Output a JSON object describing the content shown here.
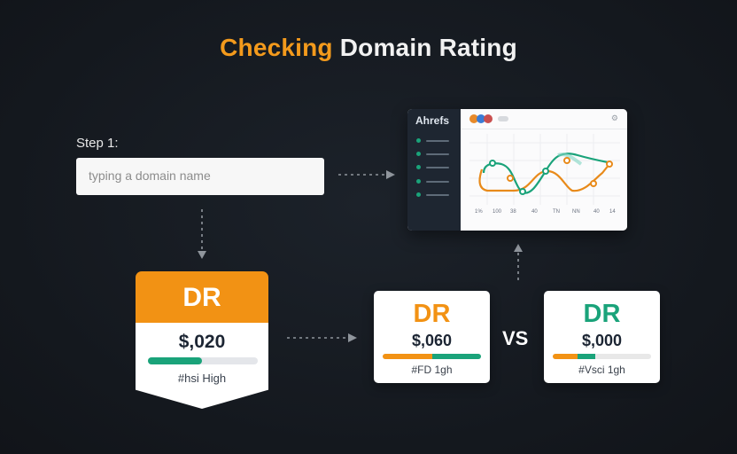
{
  "title": {
    "part1": "Checking",
    "part2": " Domain Rating"
  },
  "step": {
    "label": "Step 1:",
    "placeholder": "typing a domain name"
  },
  "app": {
    "logo": "Ahrefs",
    "axis_labels": [
      "1%",
      "100",
      "38",
      "40",
      "TN",
      "NN",
      "40",
      "14"
    ]
  },
  "dr_main": {
    "heading": "DR",
    "value": "$,020",
    "caption": "#hsi High",
    "progress": 0.49
  },
  "dr_left": {
    "heading": "DR",
    "value": "$,060",
    "caption": "#FD 1gh"
  },
  "versus": "VS",
  "dr_right": {
    "heading": "DR",
    "value": "$,000",
    "caption": "#Vsci 1gh"
  },
  "colors": {
    "orange": "#f29214",
    "green": "#1aa37a",
    "background": "#14181e",
    "text_dark": "#1c2533"
  }
}
